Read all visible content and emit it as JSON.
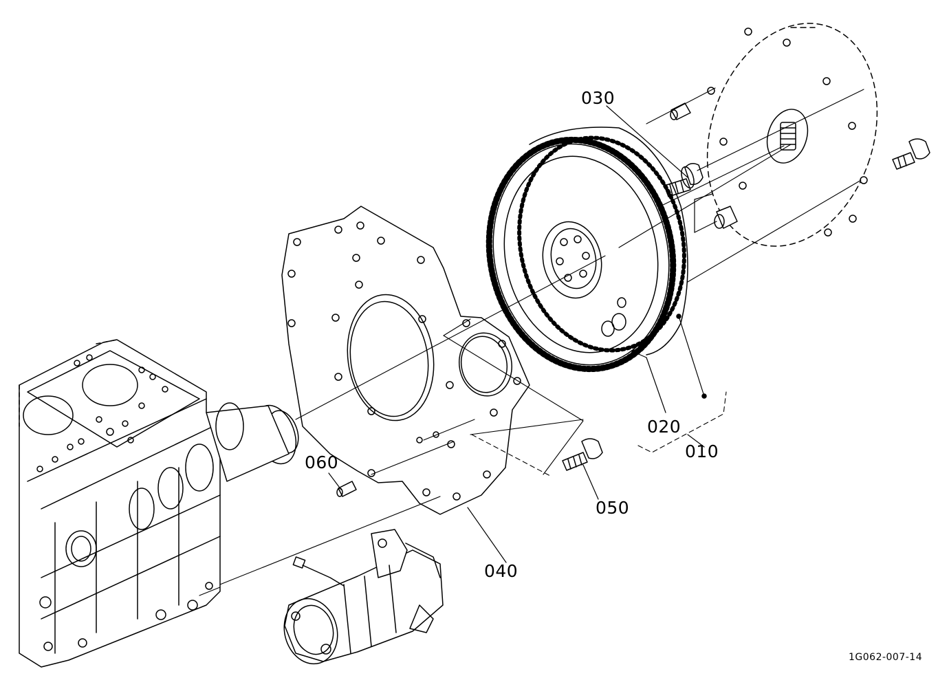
{
  "callouts": {
    "p010": "010",
    "p020": "020",
    "p030": "030",
    "p040": "040",
    "p050": "050",
    "p060": "060"
  },
  "drawing_code": "1G062-007-14",
  "colors": {
    "line": "#000000",
    "background": "#ffffff"
  }
}
